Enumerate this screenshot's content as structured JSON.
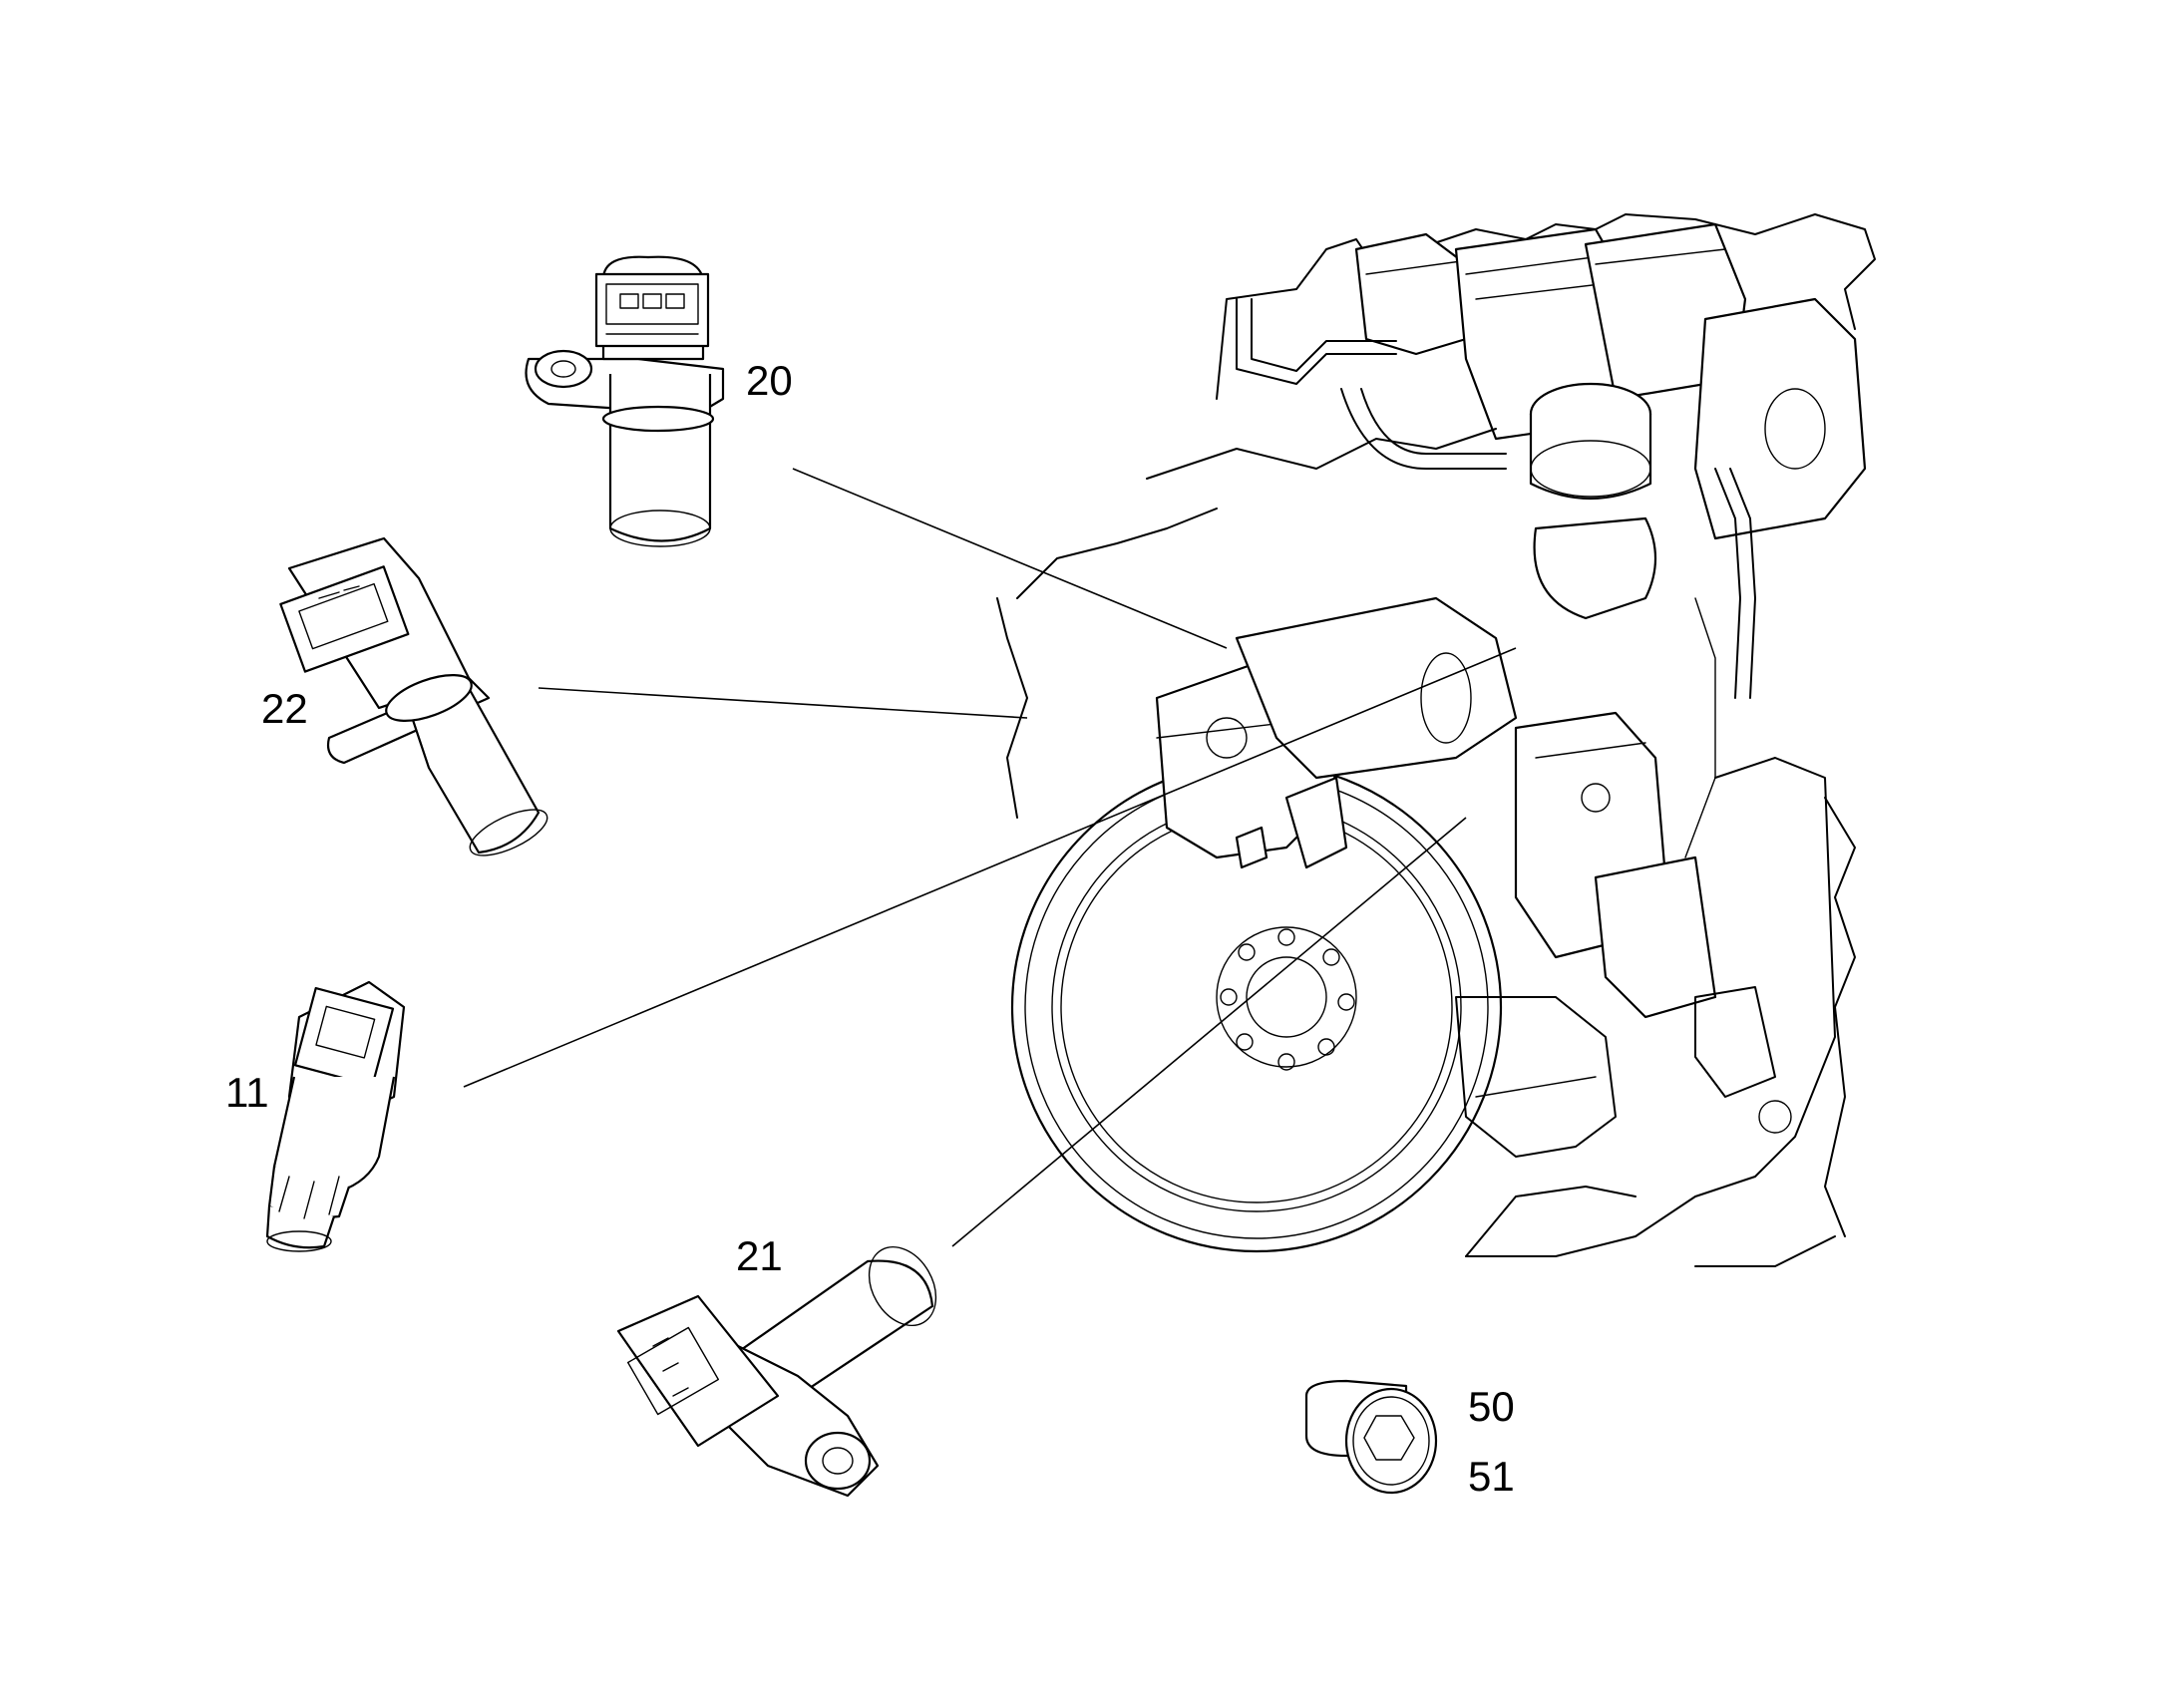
{
  "callouts": {
    "c20": "20",
    "c22": "22",
    "c11": "11",
    "c21": "21",
    "c50": "50",
    "c51": "51"
  },
  "line_color": "#000000",
  "background": "#ffffff"
}
